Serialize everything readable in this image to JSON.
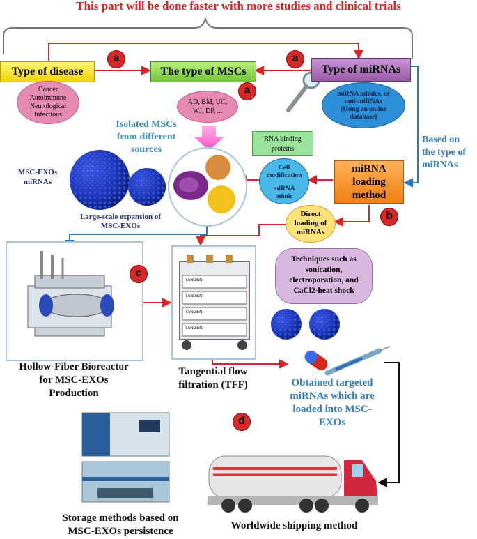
{
  "banner": "This part will be done faster with more studies and clinical trials",
  "boxes": {
    "disease": "Type of disease",
    "mscs": "The type of MSCs",
    "mirnas": "Type of miRNAs",
    "loading_method": [
      "miRNA",
      "loading",
      "method"
    ]
  },
  "disease_list": [
    "Cancer",
    "Autoimmune",
    "Neurological",
    "Infectious"
  ],
  "msc_sources": [
    "AD, BM, UC,",
    "WJ, DP, ..."
  ],
  "mirna_types": [
    "miRNA mimics, or",
    "anti-miRNAs",
    "(Using an online",
    "database)"
  ],
  "based_on": [
    "Based on",
    "the type of",
    "miRNAs"
  ],
  "isolated": [
    "Isolated MSCs",
    "from different",
    "sources"
  ],
  "msc_exos_label": [
    "MSC-EXOs",
    "miRNAs"
  ],
  "large_scale": [
    "Large-scale expansion of",
    "MSC-EXOs"
  ],
  "rna_binding": [
    "RNA binding",
    "proteins"
  ],
  "cell_mod": [
    "Cell",
    "modification",
    "miRNA",
    "mimic"
  ],
  "direct_loading": [
    "Direct",
    "loading of",
    "miRNAs"
  ],
  "techniques": [
    "Techniques such as",
    "sonication,",
    "electroporation, and",
    "CaCl2-heat shock"
  ],
  "bioreactor_caption": [
    "Hollow-Fiber Bioreactor",
    "for MSC-EXOs",
    "Production"
  ],
  "tff_caption": [
    "Tangential flow",
    "filtration (TFF)"
  ],
  "tff_labels": [
    "TANGEN",
    "TANGEN",
    "TANGEN",
    "TANGEN"
  ],
  "obtained": [
    "Obtained targeted",
    "miRNAs which are",
    "loaded into MSC-",
    "EXOs"
  ],
  "storage_caption": [
    "Storage methods based on",
    "MSC-EXOs persistence"
  ],
  "shipping_caption": "Worldwide shipping method",
  "badges": {
    "a1": "a",
    "a2": "a",
    "a3": "a",
    "b": "b",
    "c": "c",
    "d": "d"
  },
  "colors": {
    "banner_red": "#e02020",
    "arrow_red": "#d62828",
    "arrow_blue": "#2f78b5",
    "exo_blue": "#1e3bbd",
    "pink_ellipse": "#e58bb3",
    "blue_ellipse": "#2c8fd8",
    "rna_green": "#9be39b",
    "cell_mod_blue": "#47b8e8",
    "direct_yellow": "#ffe27a",
    "tech_purple": "#d9b8e0"
  },
  "icons": [
    "magnifier-icon",
    "pink-down-arrow-icon",
    "pill-icon",
    "syringe-icon",
    "truck-icon",
    "storage-machine-icon",
    "bioreactor-icon",
    "tff-cassette-icon"
  ]
}
